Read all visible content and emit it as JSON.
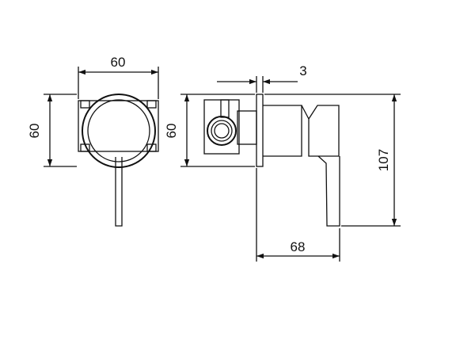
{
  "dimensions": {
    "front_width": "60",
    "front_height": "60",
    "side_height": "60",
    "plate_thickness": "3",
    "overall_height": "107",
    "overall_depth": "68"
  },
  "colors": {
    "line": "#111111",
    "background": "#ffffff"
  }
}
